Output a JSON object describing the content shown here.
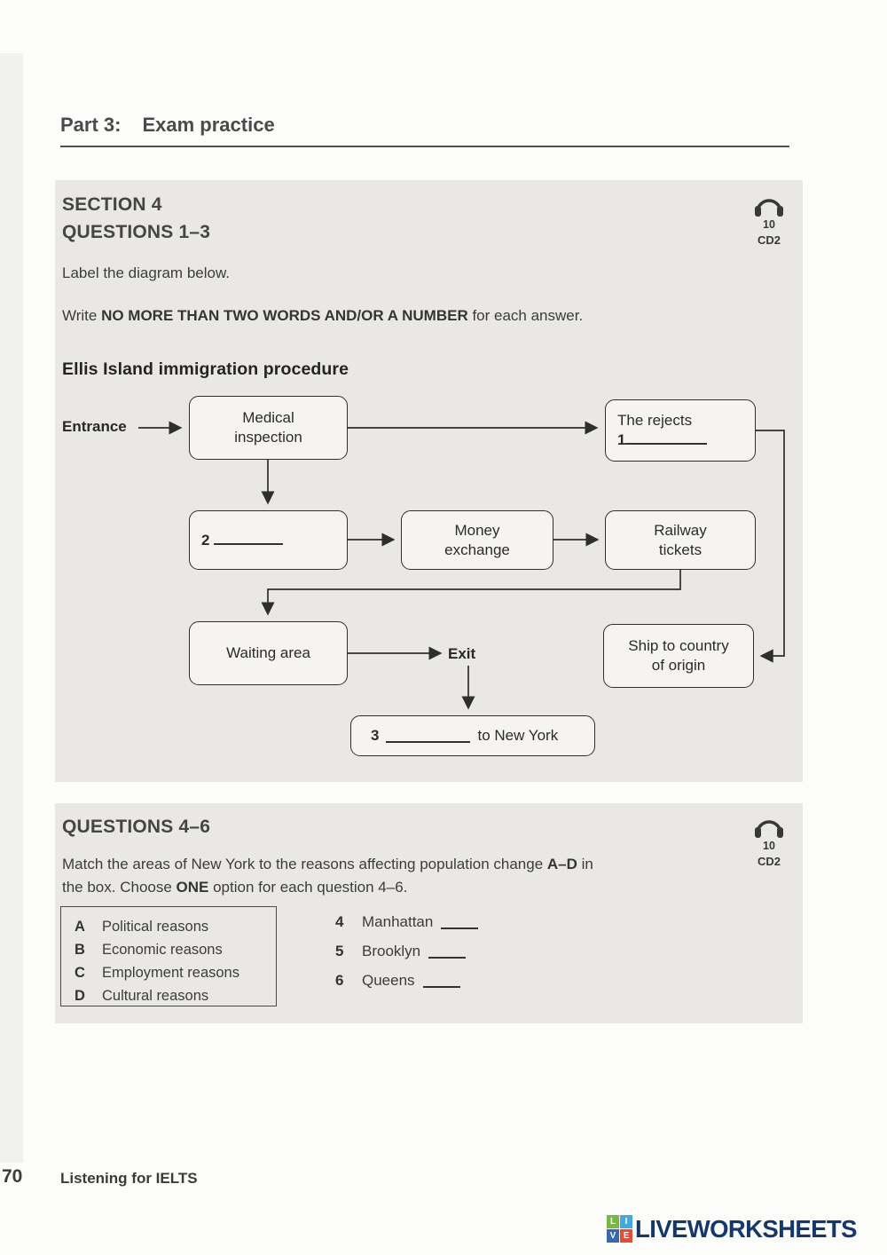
{
  "page": {
    "part_label": "Part 3:",
    "part_title": "Exam practice",
    "footer_page_number": "70",
    "footer_book_title": "Listening for IELTS"
  },
  "section4": {
    "heading1": "SECTION 4",
    "heading2": "QUESTIONS 1–3",
    "audio": {
      "track": "10",
      "cd": "CD2"
    },
    "instr1": "Label the diagram below.",
    "instr2": {
      "pre": "Write ",
      "bold": "NO MORE THAN TWO WORDS AND/OR A NUMBER",
      "post": " for each answer."
    },
    "diagram": {
      "title": "Ellis Island immigration procedure",
      "entrance": "Entrance",
      "medical1": "Medical",
      "medical2": "inspection",
      "rejects1": "The rejects",
      "rejects_num": "1",
      "q2_num": "2",
      "money1": "Money",
      "money2": "exchange",
      "railway1": "Railway",
      "railway2": "tickets",
      "waiting": "Waiting area",
      "ship1": "Ship to country",
      "ship2": "of origin",
      "exit": "Exit",
      "q3_num": "3",
      "q3_text": "to New York"
    }
  },
  "questions46": {
    "heading": "QUESTIONS 4–6",
    "audio": {
      "track": "10",
      "cd": "CD2"
    },
    "line1": {
      "pre": "Match the areas of New York to the reasons affecting population change ",
      "bold": "A–D",
      "post": " in"
    },
    "line2": {
      "pre": "the box. Choose ",
      "bold": "ONE",
      "post": " option for each question 4–6."
    },
    "options": [
      {
        "letter": "A",
        "label": "Political reasons"
      },
      {
        "letter": "B",
        "label": "Economic reasons"
      },
      {
        "letter": "C",
        "label": "Employment reasons"
      },
      {
        "letter": "D",
        "label": "Cultural reasons"
      }
    ],
    "items": [
      {
        "number": "4",
        "label": "Manhattan"
      },
      {
        "number": "5",
        "label": "Brooklyn"
      },
      {
        "number": "6",
        "label": "Queens"
      }
    ]
  },
  "branding": {
    "wordmark": "LIVEWORKSHEETS",
    "wordmark_color": "#15386b",
    "squares": [
      {
        "letter": "L",
        "color": "#77b843"
      },
      {
        "letter": "I",
        "color": "#41a9dc"
      },
      {
        "letter": "V",
        "color": "#3a67ae"
      },
      {
        "letter": "E",
        "color": "#e84b35"
      }
    ]
  }
}
